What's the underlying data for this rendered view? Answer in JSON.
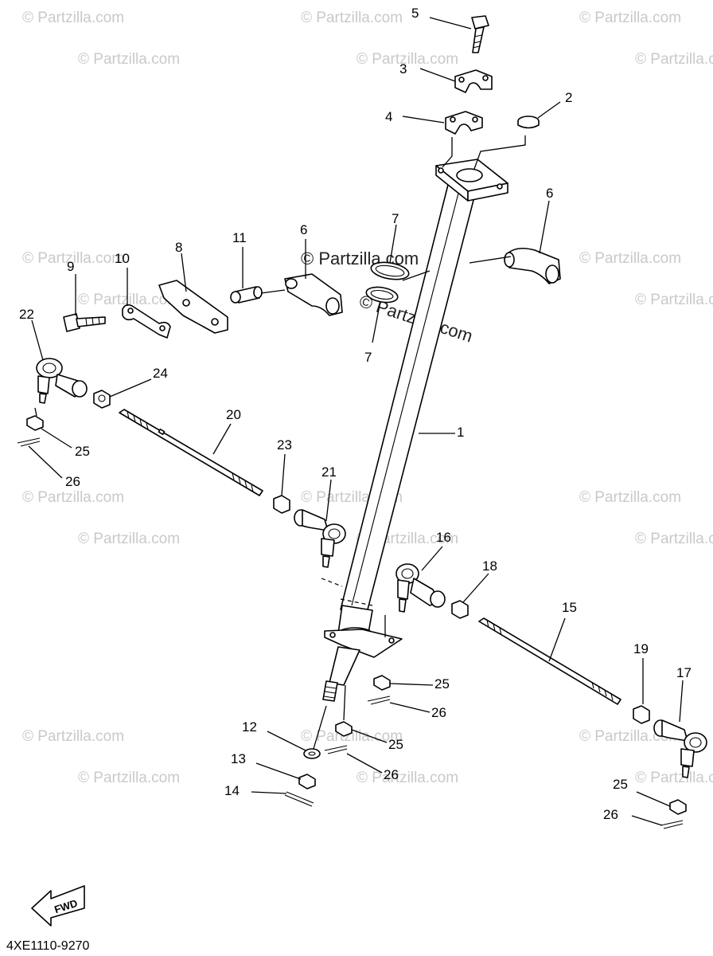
{
  "watermark": "© Partzilla.com",
  "diagram_code": "4XE1110-9270",
  "fwd_label": "FWD",
  "callouts": {
    "c1": "1",
    "c2": "2",
    "c3": "3",
    "c4": "4",
    "c5": "5",
    "c6a": "6",
    "c6b": "6",
    "c7a": "7",
    "c7b": "7",
    "c8": "8",
    "c9": "9",
    "c10": "10",
    "c11": "11",
    "c12": "12",
    "c13": "13",
    "c14": "14",
    "c15": "15",
    "c16": "16",
    "c17": "17",
    "c18": "18",
    "c19": "19",
    "c20": "20",
    "c21": "21",
    "c22": "22",
    "c23": "23",
    "c24": "24",
    "c25a": "25",
    "c25b": "25",
    "c25c": "25",
    "c25d": "25",
    "c26a": "26",
    "c26b": "26",
    "c26c": "26",
    "c26d": "26"
  }
}
